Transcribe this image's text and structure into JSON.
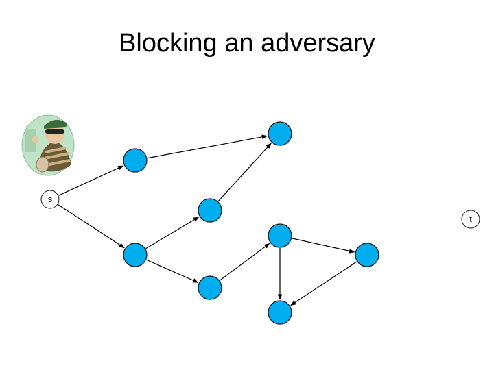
{
  "title": "Blocking an adversary",
  "image": {
    "name": "thief-clipart",
    "description": "adversary"
  },
  "colors": {
    "node_fill": "#00AEEF",
    "node_stroke": "#111111",
    "edge": "#000000",
    "terminal_fill": "#FFFFFF"
  },
  "graph": {
    "nodes": [
      {
        "id": "s",
        "label": "s",
        "kind": "terminal"
      },
      {
        "id": "t",
        "label": "t",
        "kind": "terminal"
      },
      {
        "id": "a",
        "label": "",
        "kind": "vertex"
      },
      {
        "id": "b",
        "label": "",
        "kind": "vertex"
      },
      {
        "id": "c",
        "label": "",
        "kind": "vertex"
      },
      {
        "id": "d",
        "label": "",
        "kind": "vertex"
      },
      {
        "id": "e",
        "label": "",
        "kind": "vertex"
      },
      {
        "id": "f",
        "label": "",
        "kind": "vertex"
      },
      {
        "id": "g",
        "label": "",
        "kind": "vertex"
      },
      {
        "id": "h",
        "label": "",
        "kind": "vertex"
      }
    ],
    "edges": [
      {
        "from": "s",
        "to": "a"
      },
      {
        "from": "s",
        "to": "b"
      },
      {
        "from": "a",
        "to": "c"
      },
      {
        "from": "d",
        "to": "c"
      },
      {
        "from": "b",
        "to": "d"
      },
      {
        "from": "b",
        "to": "e"
      },
      {
        "from": "e",
        "to": "f"
      },
      {
        "from": "f",
        "to": "h"
      },
      {
        "from": "f",
        "to": "g"
      },
      {
        "from": "g",
        "to": "h"
      }
    ]
  }
}
